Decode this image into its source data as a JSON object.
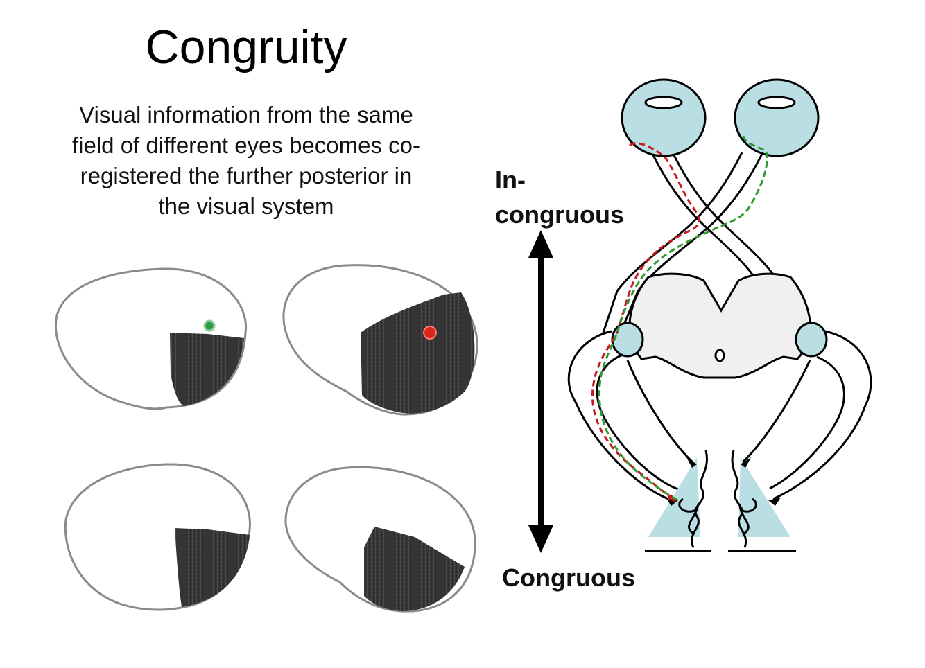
{
  "title": "Congruity",
  "subtitle_lines": [
    "Visual information from the same",
    "field of different eyes becomes co-",
    "registered the further posterior in",
    "the visual system"
  ],
  "scale": {
    "top_label_line1": "In-",
    "top_label_line2": "congruous",
    "bottom_label": "Congruous"
  },
  "colors": {
    "red_marker": "#d9261c",
    "green_marker": "#2e9a3e",
    "red_path": "#c8181e",
    "green_path": "#2f9a30",
    "eye_fill": "#b9dfe4",
    "chiasm_fill": "#f0f0f0",
    "defect_fill": "#353535"
  }
}
